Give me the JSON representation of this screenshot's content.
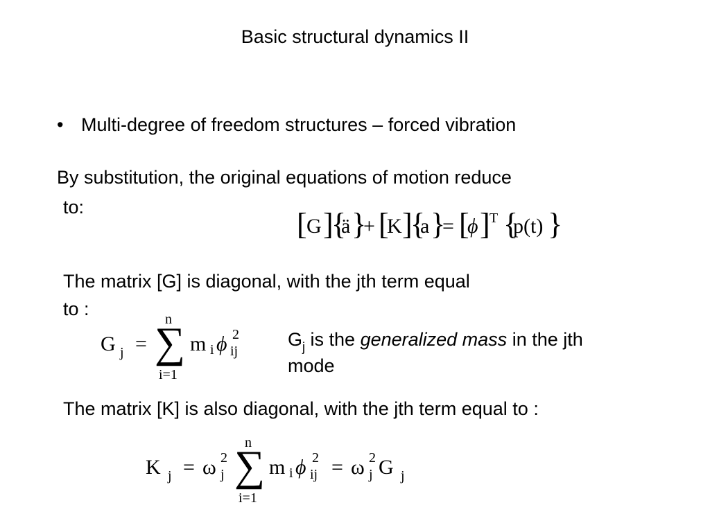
{
  "title": "Basic structural dynamics II",
  "bullet": {
    "marker": "•",
    "text": "Multi-degree of freedom structures – forced vibration"
  },
  "para1": {
    "line1": "By  substitution, the original equations of motion reduce",
    "line2": "to:"
  },
  "eq1": {
    "G": "G",
    "K": "K",
    "a_ddot": "ä",
    "a": "a",
    "phi": "ϕ",
    "T": "T",
    "p": "p(t)",
    "plus": "+",
    "equals": "="
  },
  "para2": {
    "line1": "The matrix [G] is diagonal, with the jth term equal",
    "line2": "to :"
  },
  "eq2": {
    "lhs": "G",
    "lhs_sub": "j",
    "equals": "=",
    "sum": "∑",
    "upper": "n",
    "lower": "i=1",
    "m": "m",
    "m_sub": "i",
    "phi": "ϕ",
    "phi_sup": "2",
    "phi_sub": "ij"
  },
  "note": {
    "G": "G",
    "G_sub": "j",
    "pre": " is the ",
    "italic": "generalized mass",
    "post": " in the jth",
    "line2": "mode"
  },
  "para3": {
    "text": "The matrix [K] is also diagonal, with the jth term equal to :"
  },
  "eq3": {
    "lhs": "K",
    "lhs_sub": "j",
    "equals1": "=",
    "omega": "ω",
    "omega_sup": "2",
    "omega_sub": "j",
    "sum": "∑",
    "upper": "n",
    "lower": "i=1",
    "m": "m",
    "m_sub": "i",
    "phi": "ϕ",
    "phi_sup": "2",
    "phi_sub": "ij",
    "equals2": "=",
    "omega2": "ω",
    "omega2_sup": "2",
    "omega2_sub": "j",
    "G": "G",
    "G_sub": "j"
  }
}
